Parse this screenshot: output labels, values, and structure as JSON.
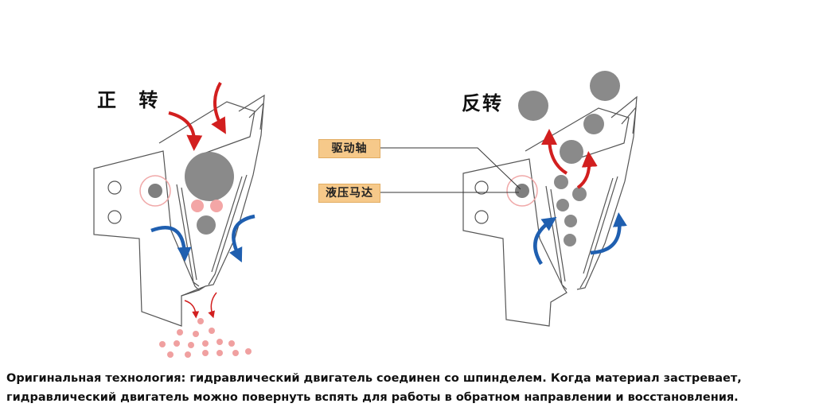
{
  "titles": {
    "forward": "正 转",
    "reverse": "反转"
  },
  "labels": {
    "drive_shaft": "驱动轴",
    "hydraulic_motor": "液压马达"
  },
  "caption": {
    "line1": "Оригинальная технология: гидравлический двигатель соединен со шпинделем. Когда материал застревает,",
    "line2": "гидравлический двигатель можно повернуть вспять для работы в обратном направлении и восстановления."
  },
  "colors": {
    "outline": "#555555",
    "material": "#8a8a8a",
    "crushed": "#e88f8f",
    "flow_arrow": "#d21f1f",
    "rotation_arrow": "#1f5fb0",
    "label_bg": "#f6c98a"
  }
}
